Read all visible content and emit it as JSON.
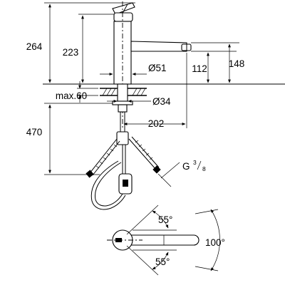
{
  "dimensions": {
    "total_height": "264",
    "spout_height": "223",
    "aerator_clearance": "112",
    "outlet_height": "148",
    "body_diameter": "Ø51",
    "max_deck_thickness": "max.60",
    "mounting_hole": "Ø34",
    "spout_reach": "202",
    "hose_length": "470",
    "thread_size_prefix": "G",
    "thread_size_num": "3",
    "thread_size_den": "8",
    "lever_angle_top": "55°",
    "lever_angle_bottom": "55°",
    "swivel_angle": "100°"
  }
}
